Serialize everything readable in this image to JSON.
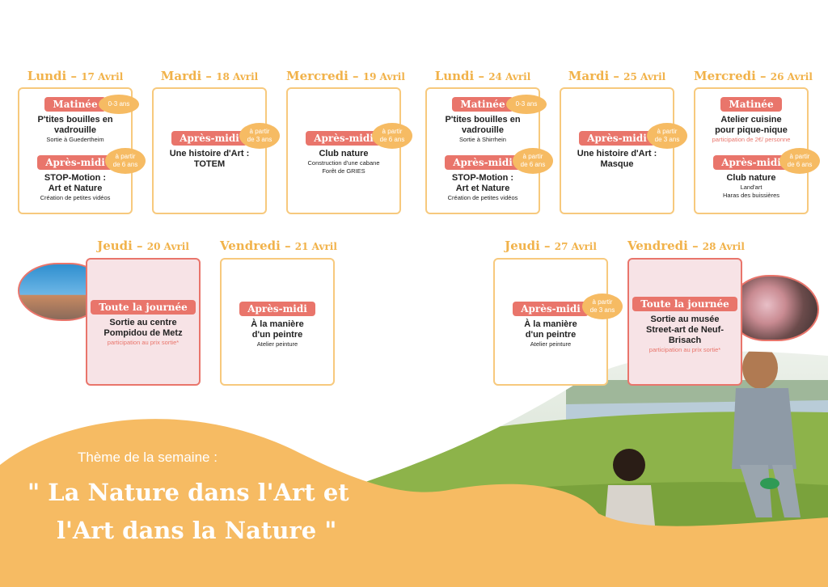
{
  "days": [
    {
      "key": "lundi17",
      "name": "Lundi",
      "date": "17 Avril"
    },
    {
      "key": "mardi18",
      "name": "Mardi",
      "date": "18 Avril"
    },
    {
      "key": "mercredi19",
      "name": "Mercredi",
      "date": "19 Avril"
    },
    {
      "key": "lundi24",
      "name": "Lundi",
      "date": "24 Avril"
    },
    {
      "key": "mardi25",
      "name": "Mardi",
      "date": "25 Avril"
    },
    {
      "key": "mercredi26",
      "name": "Mercredi",
      "date": "26 Avril"
    },
    {
      "key": "jeudi20",
      "name": "Jeudi",
      "date": "20 Avril"
    },
    {
      "key": "vendredi21",
      "name": "Vendredi",
      "date": "21 Avril"
    },
    {
      "key": "jeudi27",
      "name": "Jeudi",
      "date": "27 Avril"
    },
    {
      "key": "vendredi28",
      "name": "Vendredi",
      "date": "28 Avril"
    }
  ],
  "activities": {
    "lundi17": [
      {
        "slot": "Matinée",
        "age": "0-3 ans",
        "title": "P'tites bouilles en vadrouille",
        "sub": "Sortie à Guedertheim"
      },
      {
        "slot": "Après-midi",
        "age": "à partir\nde 6 ans",
        "title": "STOP-Motion : Art et Nature",
        "sub": "Création de petites vidéos"
      }
    ],
    "mardi18": [
      {
        "slot": "Après-midi",
        "age": "à partir\nde 3 ans",
        "title": "Une histoire d'Art : TOTEM"
      }
    ],
    "mercredi19": [
      {
        "slot": "Après-midi",
        "age": "à partir\nde 6 ans",
        "title": "Club nature",
        "sub": "Construction d'une cabane",
        "sub2": "Forêt de GRIES"
      }
    ],
    "lundi24": [
      {
        "slot": "Matinée",
        "age": "0-3 ans",
        "title": "P'tites bouilles en vadrouille",
        "sub": "Sortie à Shirrhein"
      },
      {
        "slot": "Après-midi",
        "age": "à partir\nde 6 ans",
        "title": "STOP-Motion : Art et Nature",
        "sub": "Création de petites vidéos"
      }
    ],
    "mardi25": [
      {
        "slot": "Après-midi",
        "age": "à partir\nde 3 ans",
        "title": "Une histoire d'Art : Masque"
      }
    ],
    "mercredi26": [
      {
        "slot": "Matinée",
        "title": "Atelier cuisine pour pique-nique",
        "note": "participation de 2€/ personne"
      },
      {
        "slot": "Après-midi",
        "age": "à partir\nde 6 ans",
        "title": "Club nature",
        "sub": "Land'art",
        "sub2": "Haras des buissières"
      }
    ],
    "jeudi20": [
      {
        "slot": "Toute la journée",
        "title": "Sortie au centre Pompidou de Metz",
        "note": "participation au prix sortie*"
      }
    ],
    "vendredi21": [
      {
        "slot": "Après-midi",
        "title": "À la manière d'un peintre",
        "sub": "Atelier peinture"
      }
    ],
    "jeudi27": [
      {
        "slot": "Après-midi",
        "age": "à partir\nde 3 ans",
        "title": "À la manière d'un peintre",
        "sub": "Atelier peinture"
      }
    ],
    "vendredi28": [
      {
        "slot": "Toute la journée",
        "title": "Sortie au musée Street-art de Neuf-Brisach",
        "note": "participation au prix sortie*"
      }
    ]
  },
  "theme": {
    "label": "Thème de la semaine :",
    "line1": "\" La Nature dans l'Art et",
    "line2": "l'Art dans la Nature \""
  },
  "colors": {
    "accent": "#f1b24a",
    "tag": "#e9756b",
    "card_border": "#f7c97d",
    "pink_card": "#f7e3e6",
    "wave": "#f6bb63"
  }
}
